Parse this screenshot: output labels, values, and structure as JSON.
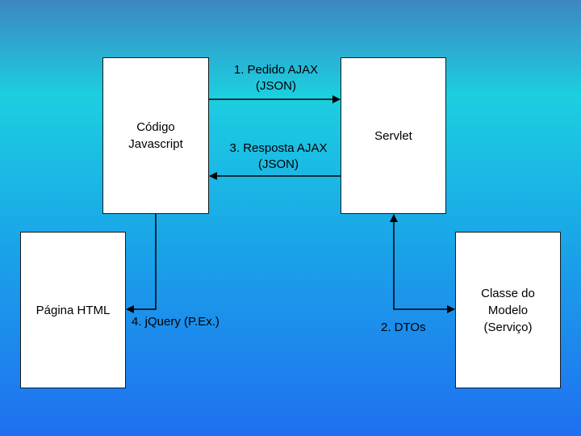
{
  "diagram": {
    "boxes": {
      "javascript": "Código\nJavascript",
      "servlet": "Servlet",
      "html_page": "Página HTML",
      "model": "Classe do\nModelo\n(Serviço)"
    },
    "labels": {
      "request": "1. Pedido AJAX\n(JSON)",
      "response": "3. Resposta AJAX\n(JSON)",
      "jquery": "4. jQuery (P.Ex.)",
      "dtos": "2. DTOs"
    }
  }
}
